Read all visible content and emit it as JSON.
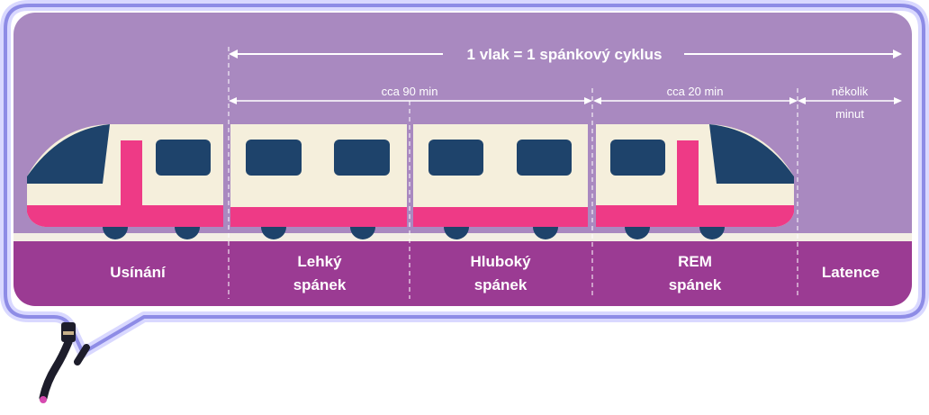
{
  "header": {
    "cycle_label": "1 vlak = 1 spánkový cyklus",
    "duration_90": "cca 90 min",
    "duration_20": "cca 20 min",
    "duration_few_line1": "několik",
    "duration_few_line2": "minut"
  },
  "phases": [
    {
      "line1": "Usínání",
      "line2": ""
    },
    {
      "line1": "Lehký",
      "line2": "spánek"
    },
    {
      "line1": "Hluboký",
      "line2": "spánek"
    },
    {
      "line1": "REM",
      "line2": "spánek"
    },
    {
      "line1": "Latence",
      "line2": ""
    }
  ],
  "colors": {
    "sky": "#a989c0",
    "ground": "#9b3b93",
    "rail": "#f3eee4",
    "train_body": "#f5efdc",
    "train_stripe": "#ee3a86",
    "window": "#1e436b",
    "neon": "#c9c8ff",
    "text": "#ffffff"
  }
}
